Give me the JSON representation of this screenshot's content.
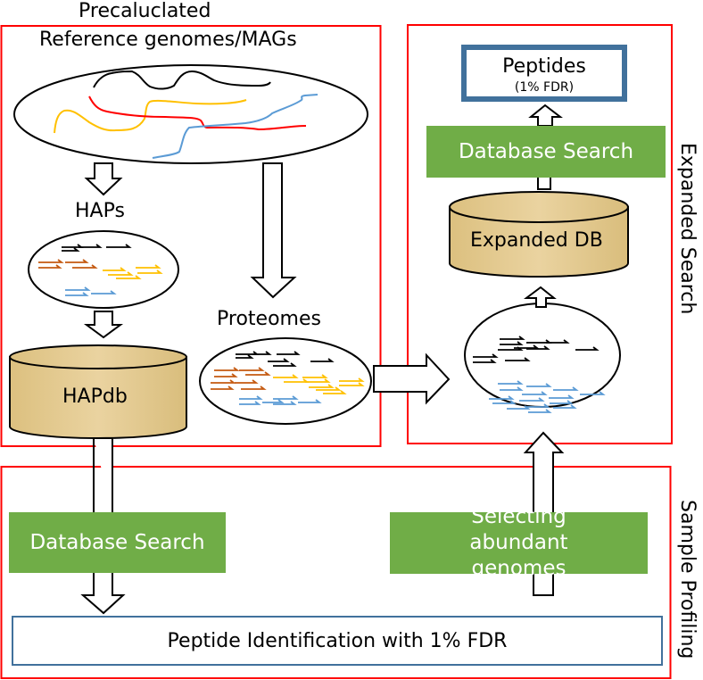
{
  "regions": {
    "precalculated": {
      "title": "Precaluclated"
    },
    "expanded_search": {
      "title": "Expanded Search"
    },
    "sample_profiling": {
      "title": "Sample Profiling"
    }
  },
  "labels": {
    "reference_genomes": "Reference genomes/MAGs",
    "haps": "HAPs",
    "proteomes": "Proteomes",
    "hapdb": "HAPdb",
    "expanded_db": "Expanded DB"
  },
  "boxes": {
    "peptides_title": "Peptides",
    "peptides_subtitle": "(1% FDR)",
    "db_search_expanded": "Database Search",
    "db_search_sample": "Database Search",
    "selecting_genomes": "Selecting abundant genomes",
    "peptide_identification": "Peptide Identification with 1% FDR"
  },
  "colors": {
    "region_border": "#ff0000",
    "green_box": "#70ad47",
    "blue_border": "#41719c",
    "db_fill": "#e6cc8f",
    "seq_black": "#000000",
    "seq_orange": "#c55a11",
    "seq_yellow": "#ffc000",
    "seq_blue": "#5b9bd5",
    "seq_red": "#ff0000"
  }
}
